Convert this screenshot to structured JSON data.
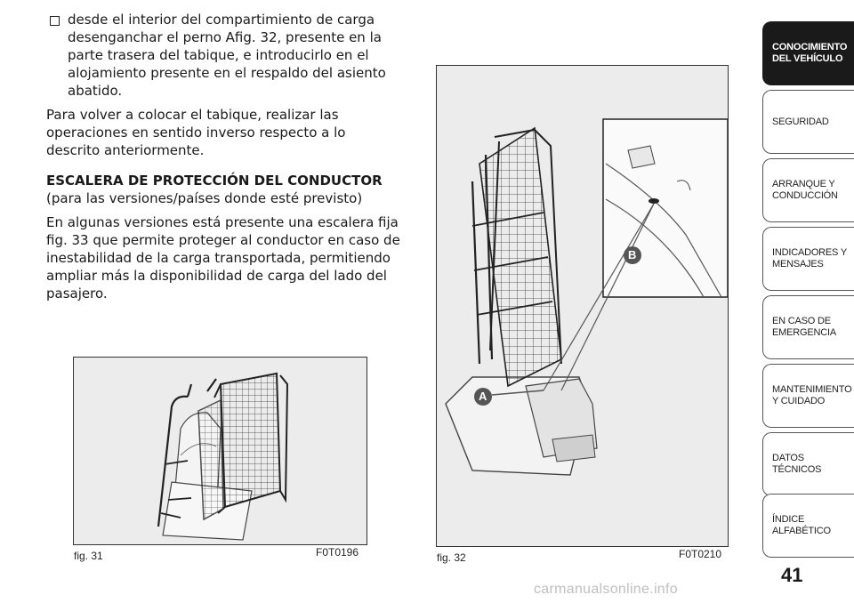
{
  "text": {
    "bullet": "desde el interior del compartimiento de carga desenganchar el perno Afig. 32, presente en la parte trasera del tabique, e introducirlo en el alojamiento presente en el respaldo del asiento abatido.",
    "para1": "Para volver a colocar el tabique, realizar las operaciones en sentido inverso respecto a lo descrito anteriormente.",
    "heading": "ESCALERA DE PROTECCIÓN DEL CONDUCTOR",
    "subheading": "(para las versiones/países donde esté previsto)",
    "para2": "En algunas versiones está presente una escalera fija fig. 33 que permite proteger al conductor en caso de inestabilidad de la carga transportada, permitiendo ampliar más la disponibilidad de carga del lado del pasajero."
  },
  "figures": {
    "fig31": {
      "label": "fig. 31",
      "code": "F0T0196"
    },
    "fig32": {
      "label": "fig. 32",
      "code": "F0T0210",
      "callout_a": "A",
      "callout_b": "B"
    }
  },
  "tabs": [
    {
      "label": "CONOCIMIENTO DEL VEHÍCULO",
      "active": true
    },
    {
      "label": "SEGURIDAD"
    },
    {
      "label": "ARRANQUE Y CONDUCCIÓN"
    },
    {
      "label": "INDICADORES Y MENSAJES"
    },
    {
      "label": "EN CASO DE EMERGENCIA"
    },
    {
      "label": "MANTENIMIENTO Y CUIDADO"
    },
    {
      "label": "DATOS TÉCNICOS"
    },
    {
      "label": "ÍNDICE ALFABÉTICO"
    }
  ],
  "page_number": "41",
  "watermark": "carmanualsonline.info",
  "colors": {
    "callout": "#555555",
    "tab_active": "#1a1a1a"
  }
}
